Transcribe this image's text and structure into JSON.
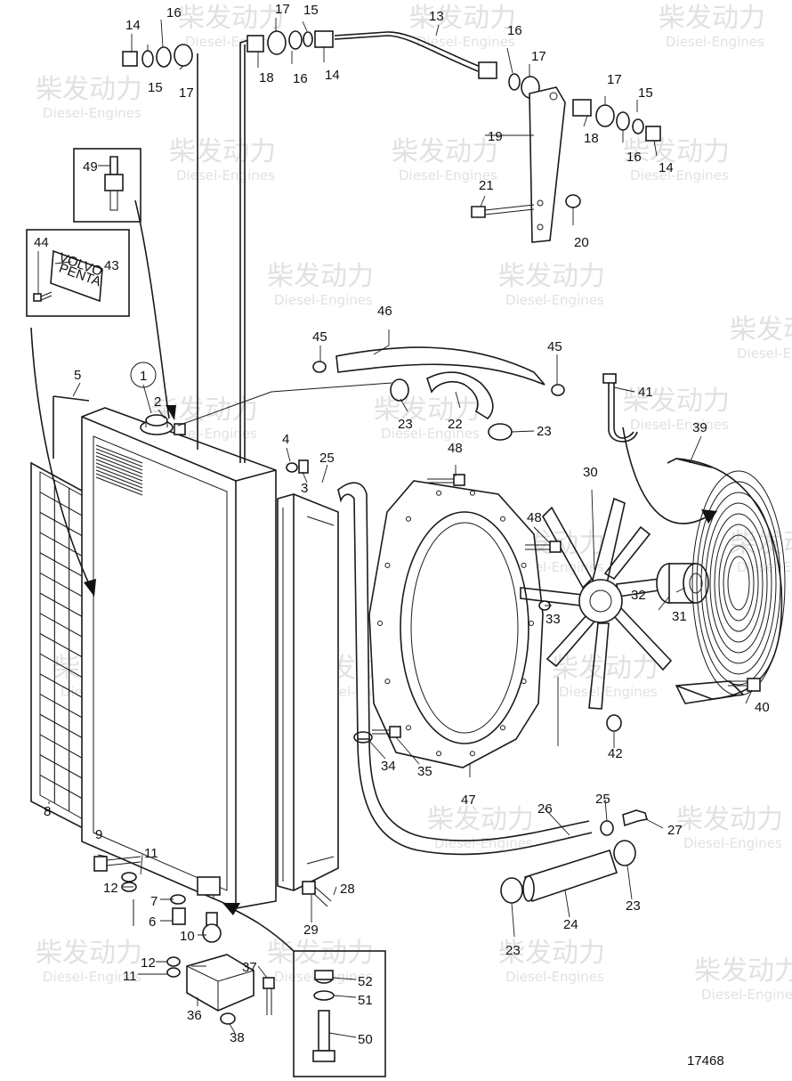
{
  "drawing": {
    "number": "17468",
    "watermark_cn": "柴发动力",
    "watermark_en": "Diesel-Engines",
    "plate_line1": "VOLVO",
    "plate_line2": "PENTA"
  },
  "callouts": [
    "1",
    "2",
    "3",
    "4",
    "5",
    "6",
    "7",
    "8",
    "9",
    "10",
    "11",
    "12",
    "13",
    "14",
    "15",
    "16",
    "17",
    "18",
    "19",
    "20",
    "21",
    "22",
    "23",
    "24",
    "25",
    "26",
    "27",
    "28",
    "29",
    "30",
    "31",
    "32",
    "33",
    "34",
    "35",
    "36",
    "37",
    "38",
    "39",
    "40",
    "41",
    "42",
    "43",
    "44",
    "45",
    "46",
    "47",
    "48",
    "49",
    "50",
    "51",
    "52"
  ]
}
